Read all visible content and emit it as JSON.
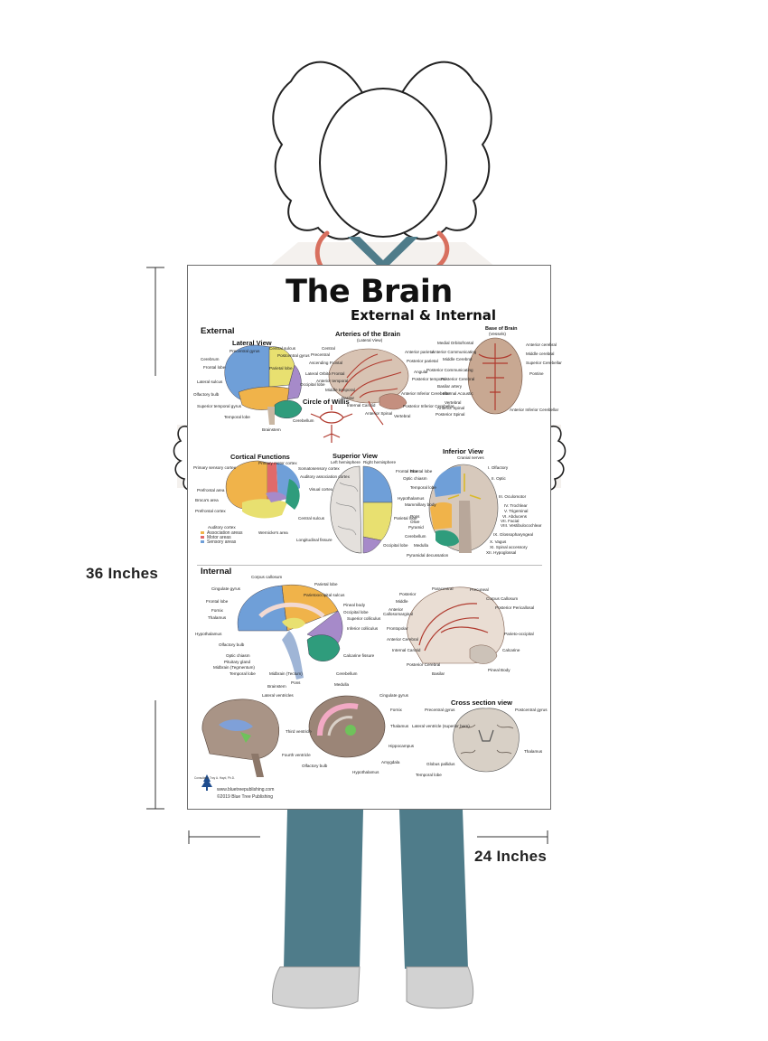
{
  "dimensions": {
    "height": "36 Inches",
    "width": "24 Inches"
  },
  "poster": {
    "title": "The Brain",
    "subtitle": "External & Internal",
    "sections": {
      "external": "External",
      "internal": "Internal"
    },
    "panels": {
      "lateral_view": "Lateral View",
      "arteries": "Arteries of the Brain",
      "arteries_note": "(Lateral View)",
      "base_of_brain": "Base of Brain",
      "base_note": "(Vessels)",
      "circle_of_willis": "Circle of Willis",
      "cortical_functions": "Cortical Functions",
      "superior_view": "Superior View",
      "inferior_view": "Inferior View",
      "inferior_note": "Cranial nerves",
      "cross_section": "Cross section view"
    },
    "labels": {
      "lateral": [
        "Precentral gyrus",
        "Central sulcus",
        "Postcentral gyrus",
        "Cerebrum",
        "Frontal lobe",
        "Parietal lobe",
        "Lateral sulcus",
        "Olfactory bulb",
        "Superior temporal gyrus",
        "Occipital lobe",
        "Temporal lobe",
        "Cerebellum",
        "Brainstem"
      ],
      "arteries": [
        "Central",
        "Precentral",
        "Ascending Frontal",
        "Lateral Orbito Frontal",
        "Anterior parietal",
        "Posterior parietal",
        "Angular",
        "Posterior temporal",
        "Anterior temporal",
        "Middle temporal",
        "Basilar",
        "Internal Carotid",
        "Anterior Inferior Cerebellar",
        "Posterior Inferior Cerebellar",
        "Anterior Spinal",
        "Vertebral"
      ],
      "base": [
        "Medial Orbitofrontal",
        "Anterior Communicating",
        "Middle Cerebral",
        "Posterior Communicating",
        "Posterior Cerebral",
        "Basilar artery",
        "Internal Acoustic",
        "Vertebral",
        "Anterior Spinal",
        "Posterior Spinal",
        "Anterior cerebral",
        "Middle cerebral",
        "Superior Cerebellar",
        "Pontine",
        "Anterior Inferior Cerebellar"
      ],
      "cortical": [
        "Primary motor cortex",
        "Somatosensory cortex",
        "Auditory association cortex",
        "Visual cortex",
        "Primary sensory cortex",
        "Prefrontal area",
        "Broca's area",
        "Prefrontal cortex",
        "Auditory cortex",
        "Wernicke's area",
        "Association areas",
        "Motor areas",
        "Sensory areas"
      ],
      "superior": [
        "Left hemisphere",
        "Right hemisphere",
        "Frontal lobe",
        "Central sulcus",
        "Parietal lobe",
        "Longitudinal fissure",
        "Occipital lobe"
      ],
      "inferior": [
        "I. Olfactory",
        "II. Optic",
        "III. Oculomotor",
        "IV. Trochlear",
        "V. Trigeminal",
        "VI. Abducens",
        "VII. Facial",
        "VIII. Vestibulocochlear",
        "IX. Glossopharyngeal",
        "X. Vagus",
        "XI. Spinal accessory",
        "XII. Hypoglossal",
        "Frontal lobe",
        "Optic chiasm",
        "Temporal lobe",
        "Hypothalamus",
        "Mammillary body",
        "Pons",
        "Olive",
        "Pyramid",
        "Cerebellum",
        "Medulla",
        "Pyramidal decussation"
      ],
      "sagittal": [
        "Corpus callosum",
        "Cingulate gyrus",
        "Parietal lobe",
        "Parietooccipital sulcus",
        "Frontal lobe",
        "Fornix",
        "Thalamus",
        "Pineal body",
        "Occipital lobe",
        "Superior colliculus",
        "Inferior colliculus",
        "Hypothalamus",
        "Olfactory bulb",
        "Optic chiasm",
        "Pituitary gland",
        "Midbrain (Tegmentum)",
        "Temporal lobe",
        "Midbrain (Tectum)",
        "Calcarine fissure",
        "Cerebellum",
        "Pons",
        "Medulla",
        "Brainstem"
      ],
      "medial_arteries": [
        "Paracentral",
        "Precuneal",
        "Posterior",
        "Corpus Callosum",
        "Middle",
        "Callosomarginal",
        "Posterior Pericallosal",
        "Anterior",
        "Frontopolar",
        "Parieto-occipital",
        "Anterior Cerebral",
        "Internal Carotid",
        "Calcarine",
        "Posterior Cerebral",
        "Basilar",
        "Pineal Body"
      ],
      "ventricles": [
        "Lateral ventricles",
        "Third ventricle",
        "Fourth ventricle"
      ],
      "limbic": [
        "Cingulate gyrus",
        "Fornix",
        "Thalamus",
        "Hippocampus",
        "Amygdala",
        "Olfactory bulb",
        "Hypothalamus"
      ],
      "cross": [
        "Precentral gyrus",
        "Postcentral gyrus",
        "Lateral ventricle (superior horn)",
        "Thalamus",
        "Globus pallidus",
        "Temporal lobe"
      ]
    },
    "footer": {
      "consultant": "Consultant: Troy A. Hayd, Ph.D.",
      "website": "www.bluetreepublishing.com",
      "copyright": "©2019 Blue Tree Publishing"
    }
  },
  "colors": {
    "frontal": "#6f9fd8",
    "parietal": "#e8e070",
    "temporal": "#f0b34a",
    "occipital": "#a68ac9",
    "cerebellum": "#2f9c7c",
    "artery": "#b03a2e",
    "scrubs": "#4f7c8a",
    "coat": "#f4f1ee"
  }
}
